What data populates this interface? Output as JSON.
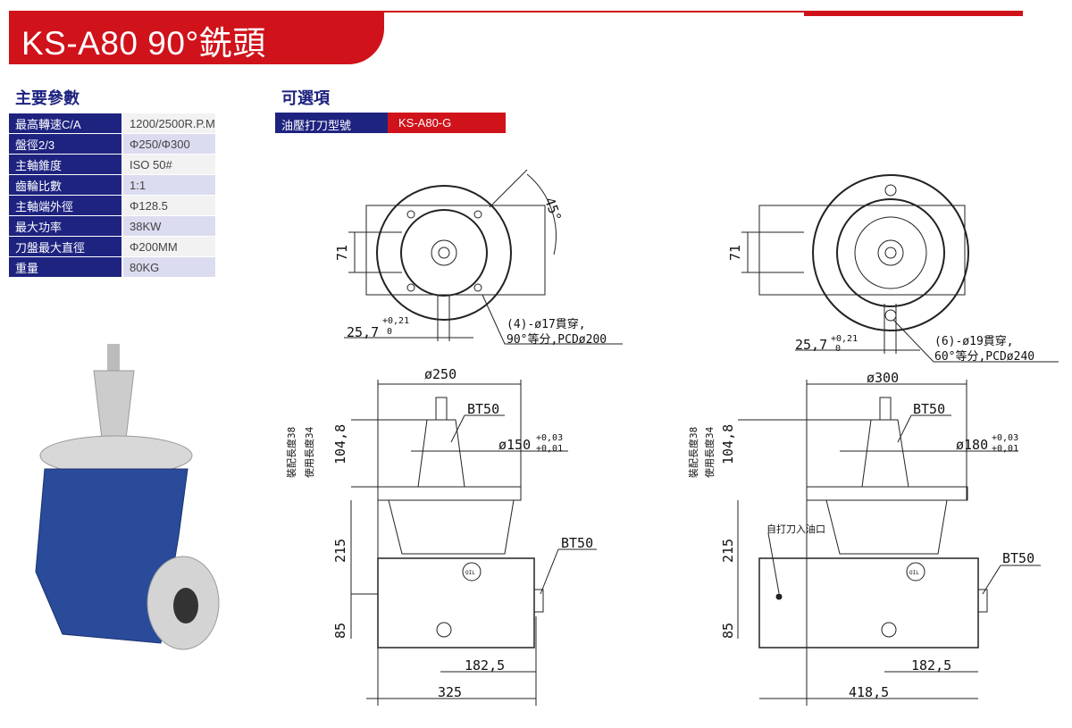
{
  "header": {
    "title": "KS-A80  90°銑頭"
  },
  "specs": {
    "heading": "主要參數",
    "rows": [
      {
        "label": "最高轉速C/A",
        "value": "1200/2500R.P.M"
      },
      {
        "label": "盤徑2/3",
        "value": "Φ250/Φ300"
      },
      {
        "label": "主軸錐度",
        "value": "ISO 50#"
      },
      {
        "label": "齒輪比數",
        "value": "1:1"
      },
      {
        "label": "主軸端外徑",
        "value": "Φ128.5"
      },
      {
        "label": "最大功率",
        "value": "38KW"
      },
      {
        "label": "刀盤最大直徑",
        "value": "Φ200MM"
      },
      {
        "label": "重量",
        "value": "80KG"
      }
    ]
  },
  "options": {
    "heading": "可選項",
    "label": "油壓打刀型號",
    "value": "KS-A80-G"
  },
  "drawings": {
    "left_top": {
      "angle": "45°",
      "dim71": "71",
      "dim257": "25,7",
      "tol_up": "+0,21",
      "tol_low": "0",
      "note1": "(4)-ø17貫穿,",
      "note2": "90°等分,PCDø200"
    },
    "right_top": {
      "dim71": "71",
      "dim257": "25,7",
      "tol_up": "+0,21",
      "tol_low": "0",
      "note1": "(6)-ø19貫穿,",
      "note2": "60°等分,PCDø240"
    },
    "left_side": {
      "dia": "ø250",
      "bt50a": "BT50",
      "bore": "ø150",
      "tol_up": "+0,03",
      "tol_low": "+0,01",
      "h1048": "104,8",
      "assy": "裝配長度38",
      "use": "使用長度34",
      "h215": "215",
      "h85": "85",
      "w1825": "182,5",
      "w325": "325",
      "bt50b": "BT50",
      "oil": "OIL"
    },
    "right_side": {
      "dia": "ø300",
      "bt50a": "BT50",
      "bore": "ø180",
      "tol_up": "+0,03",
      "tol_low": "+0,01",
      "h1048": "104,8",
      "assy": "裝配長度38",
      "use": "使用長度34",
      "h215": "215",
      "h85": "85",
      "w1825": "182,5",
      "w4185": "418,5",
      "bt50b": "BT50",
      "oil_inlet": "自打刀入油口",
      "oil": "OIL"
    }
  }
}
